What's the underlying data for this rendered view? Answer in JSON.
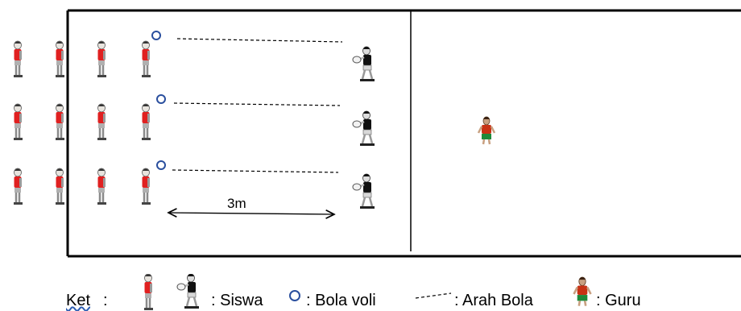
{
  "diagram": {
    "distance_label": "3m"
  },
  "legend": {
    "ket": "Ket",
    "ket_colon": ":",
    "siswa": ": Siswa",
    "bola_voli": ": Bola voli",
    "arah_bola": ": Arah Bola",
    "guru": ": Guru"
  },
  "colors": {
    "line": "#000000",
    "ball": "#2a4f9e",
    "shirt_student": "#e02020",
    "shirt_receiver": "#111111",
    "teacher_shirt": "#c83214",
    "teacher_shorts": "#1e8a3a",
    "skin": "#c8a080",
    "ket_underline": "#2f5fb3"
  }
}
